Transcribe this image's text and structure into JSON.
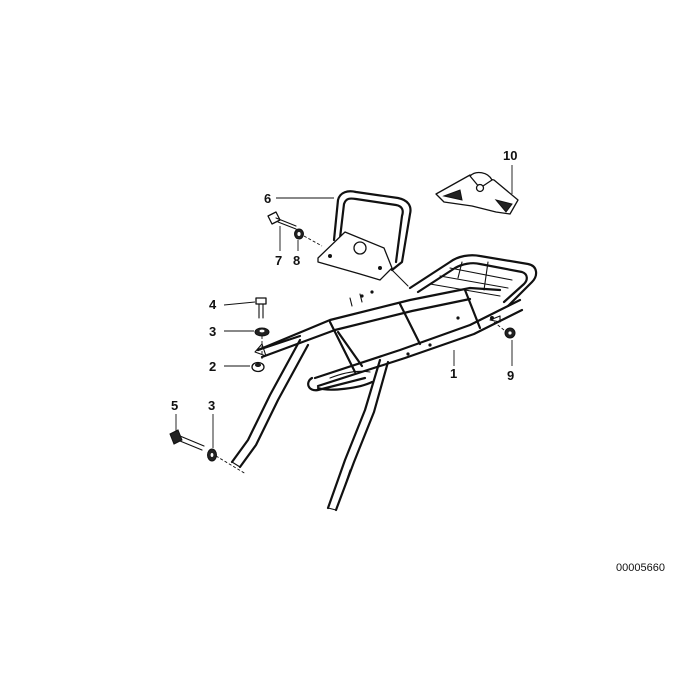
{
  "diagram": {
    "reference_number": "00005660",
    "callouts": [
      {
        "id": "1",
        "label": "1"
      },
      {
        "id": "2",
        "label": "2"
      },
      {
        "id": "3a",
        "label": "3"
      },
      {
        "id": "3b",
        "label": "3"
      },
      {
        "id": "4",
        "label": "4"
      },
      {
        "id": "5",
        "label": "5"
      },
      {
        "id": "6",
        "label": "6"
      },
      {
        "id": "7",
        "label": "7"
      },
      {
        "id": "8",
        "label": "8"
      },
      {
        "id": "9",
        "label": "9"
      },
      {
        "id": "10",
        "label": "10"
      }
    ]
  }
}
